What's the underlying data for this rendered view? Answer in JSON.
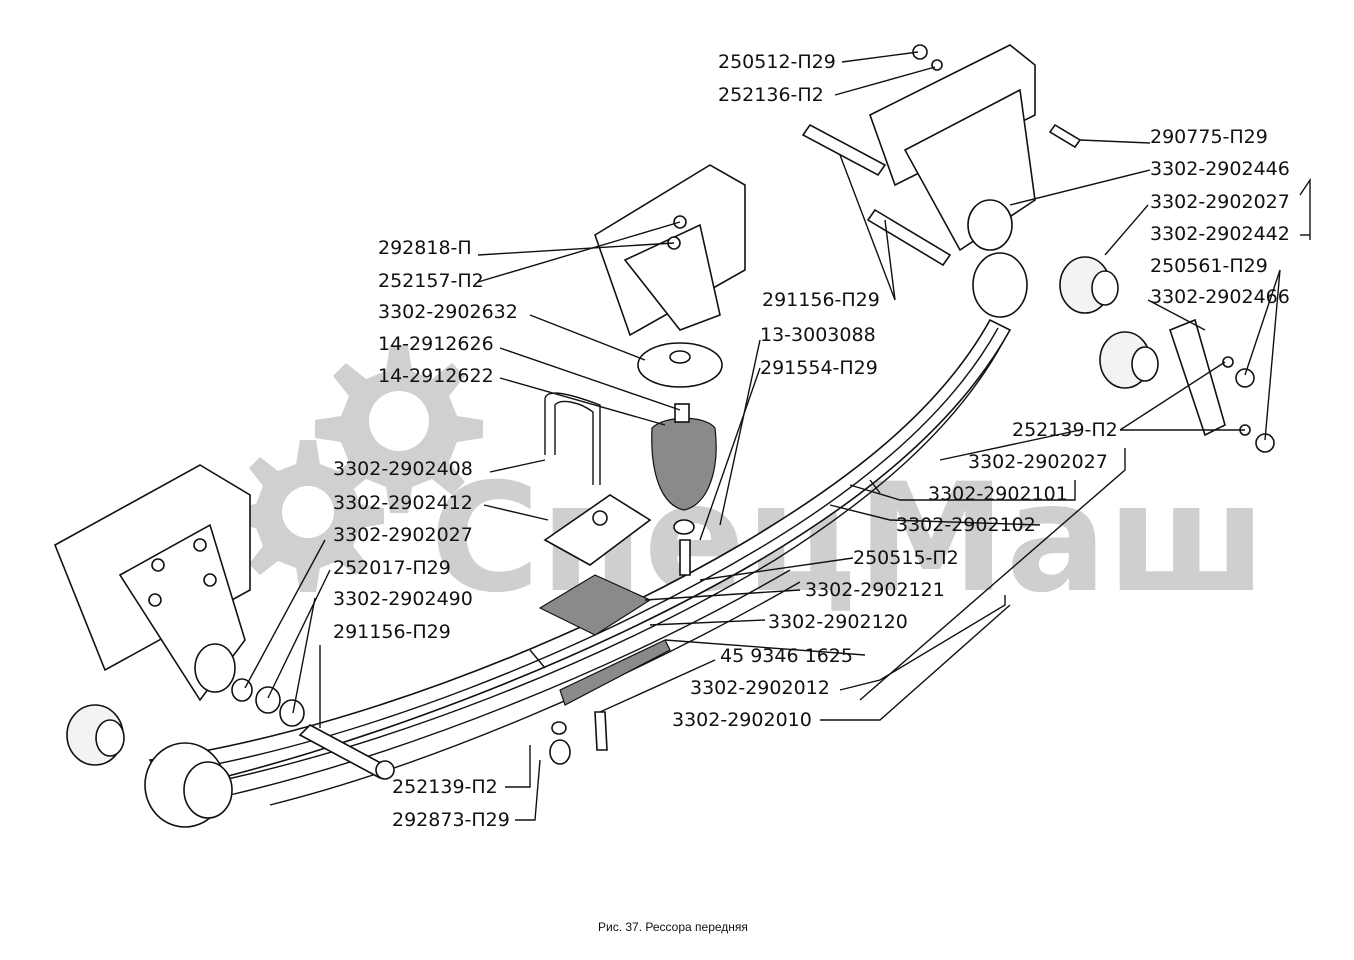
{
  "watermark": {
    "text": "СпецМаш",
    "color": "#cfcfcf"
  },
  "caption": "Рис. 37. Рессора передняя",
  "labels": [
    "250512-П29",
    "252136-П2",
    "290775-П29",
    "3302-2902446",
    "3302-2902027",
    "3302-2902442",
    "250561-П29",
    "3302-2902466",
    "291156-П29",
    "292818-П",
    "252157-П2",
    "3302-2902632",
    "13-3003088",
    "14-2912626",
    "291554-П29",
    "14-2912622",
    "252139-П2",
    "3302-2902027",
    "3302-2902101",
    "3302-2902102",
    "3302-2902408",
    "3302-2902412",
    "3302-2902027",
    "250515-П2",
    "252017-П29",
    "3302-2902121",
    "3302-2902490",
    "3302-2902120",
    "291156-П29",
    "45 9346 1625",
    "3302-2902012",
    "3302-2902010",
    "252139-П2",
    "292873-П29"
  ]
}
